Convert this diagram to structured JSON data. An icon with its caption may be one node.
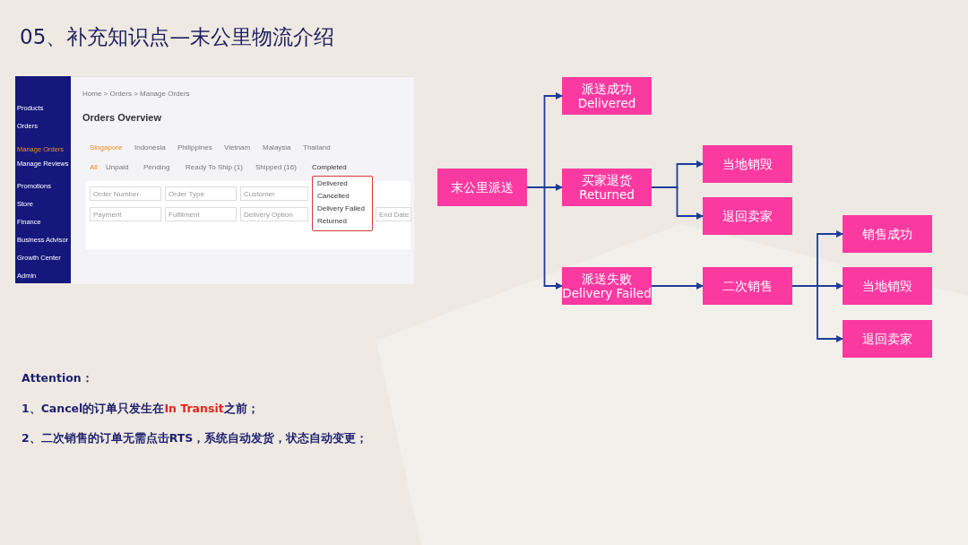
{
  "diagram": {
    "title": "05、补充知识点—末公里物流介绍",
    "nodes": [
      {
        "text": [
          "末公里派送"
        ]
      },
      {
        "text": [
          "派送成功 Delivered"
        ]
      },
      {
        "text": [
          "买家退货 Returned"
        ]
      },
      {
        "text": [
          "派送失败 Delivery Failed"
        ]
      },
      {
        "text": [
          "当地销毁"
        ]
      },
      {
        "text": [
          "退回卖家"
        ]
      },
      {
        "text": [
          "二次销售"
        ]
      },
      {
        "text": [
          "销售成功"
        ]
      },
      {
        "text": [
          "当地销毁"
        ]
      },
      {
        "text": [
          "退回卖家"
        ]
      }
    ],
    "edges": [
      {
        "from": 0,
        "to": 1,
        "arrow": "to"
      },
      {
        "from": 0,
        "to": 2,
        "arrow": "to"
      },
      {
        "from": 0,
        "to": 3,
        "arrow": "to"
      },
      {
        "from": 2,
        "to": 4,
        "arrow": "to"
      },
      {
        "from": 2,
        "to": 5,
        "arrow": "to"
      },
      {
        "from": 3,
        "to": 6,
        "arrow": "to"
      },
      {
        "from": 6,
        "to": 7,
        "arrow": "to"
      },
      {
        "from": 6,
        "to": 8,
        "arrow": "to"
      },
      {
        "from": 6,
        "to": 9,
        "arrow": "to"
      }
    ],
    "labels": [
      "Products",
      "Orders",
      "Manage Orders",
      "Manage Reviews",
      "Promotions",
      "Store",
      "Finance",
      "Business Advisor",
      "Growth Center",
      "Admin",
      "Home > Orders > Manage Orders",
      "Orders Overview",
      "Singapore",
      "Indonesia",
      "Philippines",
      "Vietnam",
      "Malaysia",
      "Thailand",
      "All",
      "Unpaid",
      "Pending",
      "Ready To Ship (1)",
      "Shipped (16)",
      "Completed",
      "Order Number",
      "Order Type",
      "Customer",
      "Payment",
      "Fulfilment",
      "Delivery Option",
      "End Date",
      "Delivered",
      "Cancelled",
      "Delivery Failed",
      "Returned",
      "Attention：",
      "1、Cancel的订单只发生在**In Transit**之前；",
      "2、二次销售的订单无需点击RTS，系统自动发货，状态自动变更；"
    ]
  }
}
